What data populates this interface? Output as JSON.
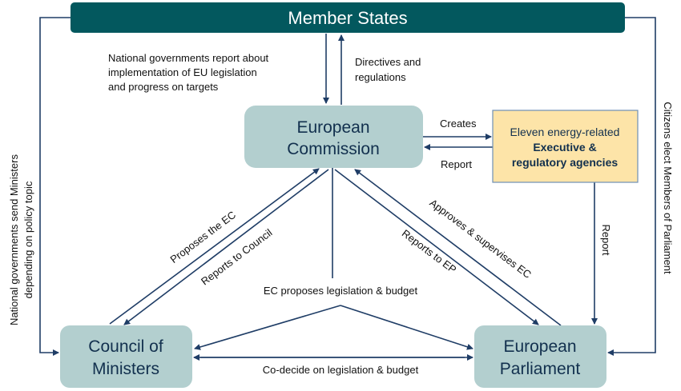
{
  "colors": {
    "header": "#03585e",
    "box": "#b3cfcf",
    "agency": "#fde4a8",
    "line": "#1f3d66",
    "text": "#12304e"
  },
  "nodes": {
    "member_states": "Member States",
    "commission": [
      "European",
      "Commission"
    ],
    "council": [
      "Council of",
      "Ministers"
    ],
    "parliament": [
      "European",
      "Parliament"
    ],
    "agencies": [
      "Eleven energy-related",
      "Executive &",
      "regulatory agencies"
    ]
  },
  "labels": {
    "national_report": [
      "National governments report about",
      "implementation of EU legislation",
      "and progress on targets"
    ],
    "directives": [
      "Directives and",
      "regulations"
    ],
    "creates": "Creates",
    "report_agency": "Report",
    "report_down": "Report",
    "proposes_ec": "Proposes the EC",
    "reports_council": "Reports to Council",
    "reports_ep": "Reports to EP",
    "approves": "Approves & supervises EC",
    "ec_proposes": "EC proposes legislation & budget",
    "codecide": "Co-decide on legislation & budget",
    "left_side": [
      "National governments send Ministers",
      "depending on policy topic"
    ],
    "right_side": "Citizens elect Members of Parliament"
  }
}
